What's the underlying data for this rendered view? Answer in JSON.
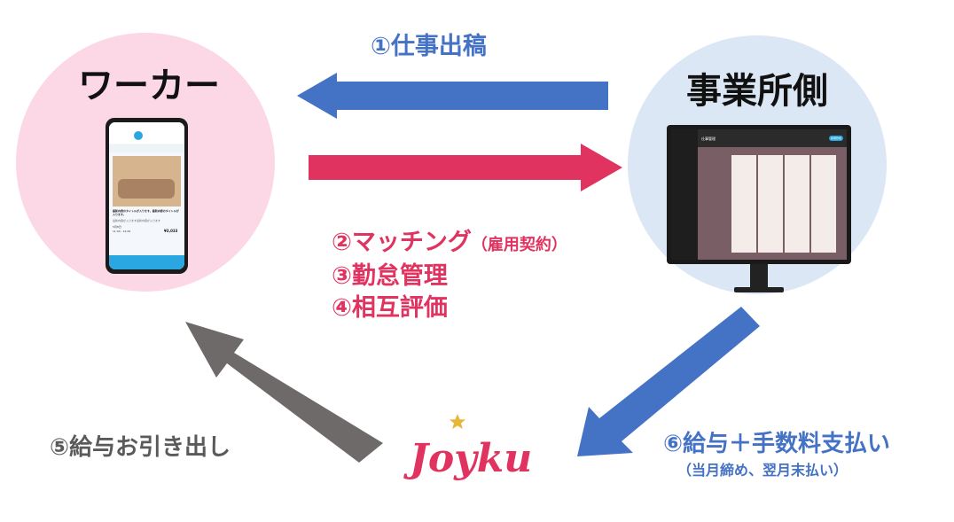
{
  "worker": {
    "title": "ワーカー"
  },
  "business": {
    "title": "事業所側"
  },
  "steps": {
    "s1": "①仕事出稿",
    "s2": "②マッチング",
    "s2_note": "（雇用契約）",
    "s3": "③勤怠管理",
    "s4": "④相互評価",
    "s5": "⑤給与お引き出し",
    "s6": "⑥給与＋手数料支払い",
    "s6_note": "（当月締め、翌月末払い）"
  },
  "phone": {
    "job_title": "最新内容のタイトルが入ります。最新内容のタイトルが入ります。",
    "job_sub": "最新内容が入ります最新内容が入ります",
    "date": "5月8日",
    "time": "11:00 - 14:00",
    "wage": "¥3,033"
  },
  "monitor": {
    "header": "仕事管理",
    "button": "新規作成"
  },
  "logo": {
    "text": "Joyku"
  },
  "colors": {
    "blue": "#4472c4",
    "pink": "#e0335f",
    "gray": "#6e6a69",
    "worker_bg": "#fcd7e6",
    "business_bg": "#dbe7f4"
  }
}
